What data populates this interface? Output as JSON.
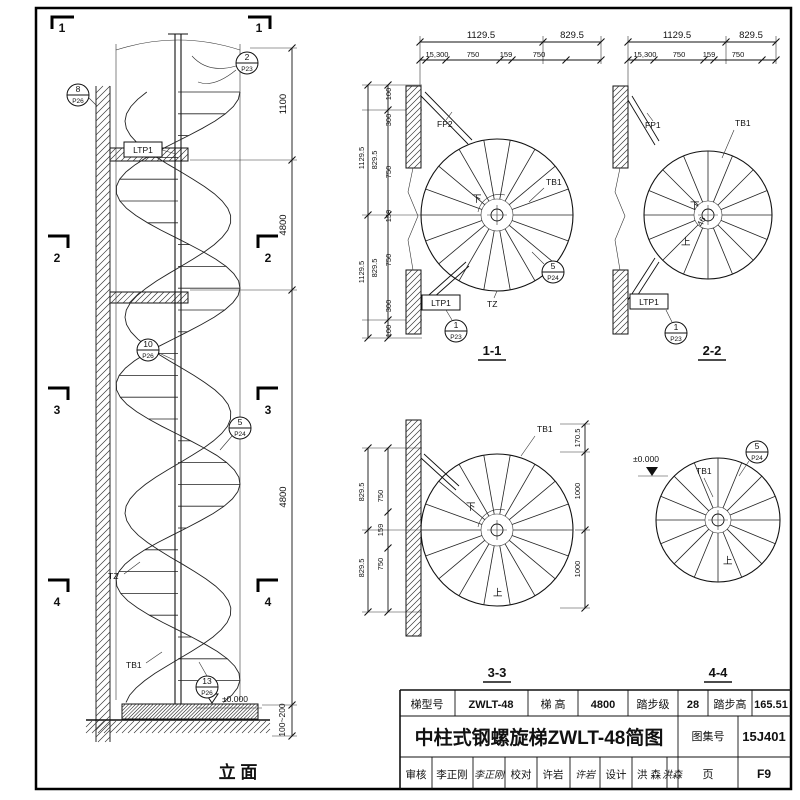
{
  "elevation": {
    "title": "立 面",
    "markers": {
      "s1": "1",
      "s2": "2",
      "s3": "3",
      "s4": "4"
    },
    "labels": {
      "ltp1": "LTP1",
      "tz": "TZ",
      "tb1": "TB1",
      "level": "±0.000"
    },
    "bubbles": {
      "b8": {
        "num": "8",
        "ref": "P26"
      },
      "b2": {
        "num": "2",
        "ref": "P23"
      },
      "b10": {
        "num": "10",
        "ref": "P26"
      },
      "b5": {
        "num": "5",
        "ref": "P24"
      },
      "b13": {
        "num": "13",
        "ref": "P26"
      }
    },
    "dims": {
      "d1": "1100",
      "d2": "4800",
      "d3": "4800",
      "d4": "100~200"
    }
  },
  "s11": {
    "title": "1-1",
    "top1": [
      "1129.5",
      "829.5"
    ],
    "top2": [
      "15,300",
      "750",
      "159",
      "750"
    ],
    "left": [
      "100",
      "300",
      "1129.5",
      "829.5",
      "750",
      "159",
      "1129.5",
      "829.5",
      "750",
      "300",
      "100"
    ],
    "labels": {
      "fp": "FP2",
      "tb1": "TB1",
      "down": "下",
      "ltp1": "LTP1",
      "tz": "TZ"
    },
    "bubbles": {
      "b5": {
        "num": "5",
        "ref": "P24"
      },
      "b1": {
        "num": "1",
        "ref": "P23"
      }
    }
  },
  "s22": {
    "title": "2-2",
    "top1": [
      "1129.5",
      "829.5"
    ],
    "top2": [
      "15,300",
      "750",
      "159",
      "750"
    ],
    "labels": {
      "fp": "FP1",
      "tb1": "TB1",
      "down": "下",
      "mid": "46",
      "up": "上",
      "ltp1": "LTP1"
    },
    "bubbles": {
      "b1": {
        "num": "1",
        "ref": "P23"
      }
    }
  },
  "s33": {
    "title": "3-3",
    "left": [
      "829.5",
      "750",
      "159",
      "750",
      "829.5"
    ],
    "right": [
      "170.5",
      "1000",
      "1000"
    ],
    "labels": {
      "tb1": "TB1",
      "down": "下",
      "up": "上"
    }
  },
  "s44": {
    "title": "4-4",
    "labels": {
      "level": "±0.000",
      "tb1": "TB1",
      "up": "上"
    },
    "bubbles": {
      "b5": {
        "num": "5",
        "ref": "P24"
      }
    }
  },
  "title_block": {
    "r1": [
      {
        "k": "梯型号",
        "v": "ZWLT-48"
      },
      {
        "k": "梯 高",
        "v": "4800"
      },
      {
        "k": "踏步级",
        "v": "28"
      },
      {
        "k": "踏步高",
        "v": "165.51"
      }
    ],
    "title": "中柱式钢螺旋梯ZWLT-48简图",
    "atlas_label": "图集号",
    "atlas_value": "15J401",
    "page_label": "页",
    "page_value": "F9",
    "r3": {
      "review_label": "审核",
      "review_name": "李正刚",
      "review_sig": "李正刚",
      "proof_label": "校对",
      "proof_name": "许岩",
      "proof_sig": "许岩",
      "design_label": "设计",
      "design_name": "洪 森",
      "design_sig": "洪森"
    }
  }
}
